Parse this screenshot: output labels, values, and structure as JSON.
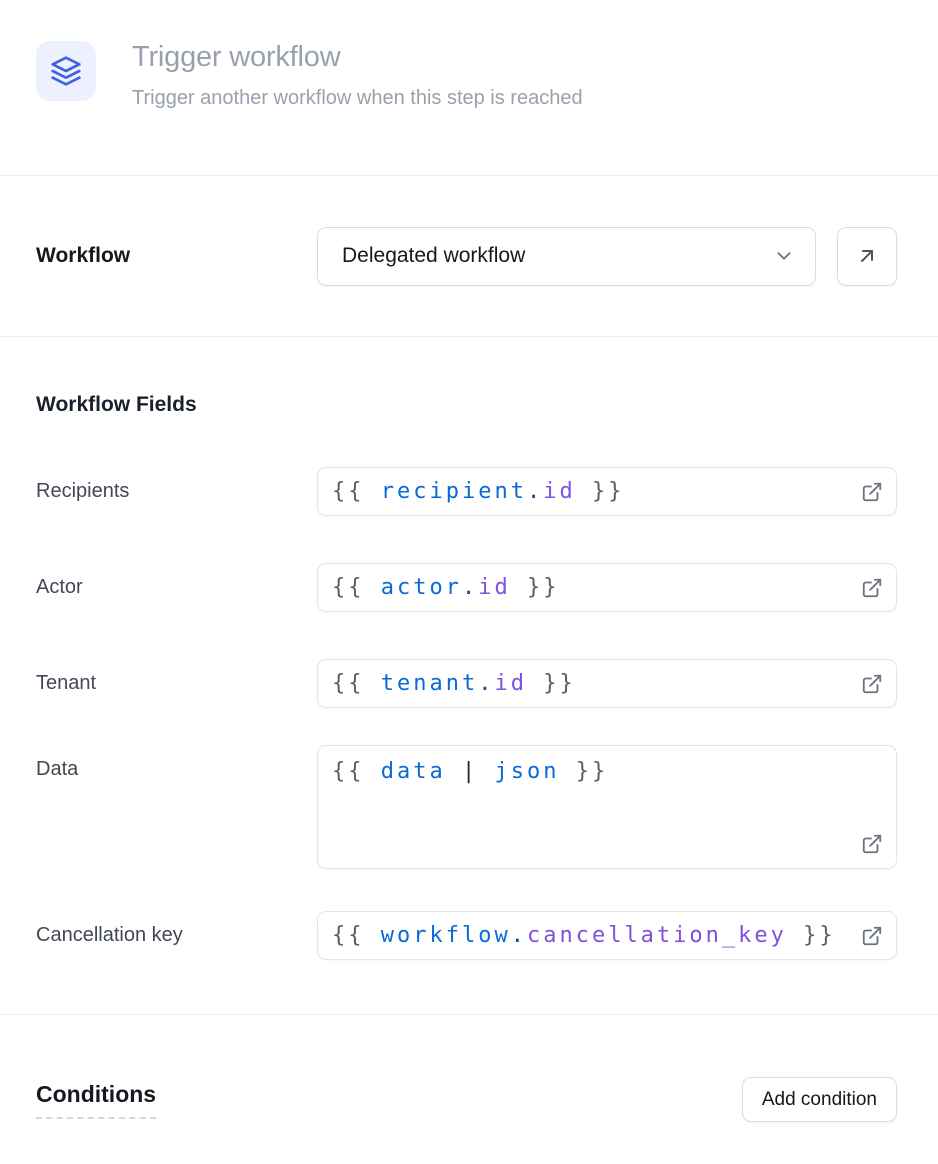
{
  "header": {
    "title": "Trigger workflow",
    "subtitle": "Trigger another workflow when this step is reached"
  },
  "workflow_selector": {
    "label": "Workflow",
    "selected_value": "Delegated workflow"
  },
  "workflow_fields": {
    "heading": "Workflow Fields",
    "fields": [
      {
        "label": "Recipients",
        "value": "{{ recipient.id }}",
        "tokens": [
          {
            "text": "{{ ",
            "type": "brace"
          },
          {
            "text": "recipient",
            "type": "var"
          },
          {
            "text": ".",
            "type": "dot"
          },
          {
            "text": "id",
            "type": "prop"
          },
          {
            "text": " }}",
            "type": "brace"
          }
        ]
      },
      {
        "label": "Actor",
        "value": "{{ actor.id }}",
        "tokens": [
          {
            "text": "{{ ",
            "type": "brace"
          },
          {
            "text": "actor",
            "type": "var"
          },
          {
            "text": ".",
            "type": "dot"
          },
          {
            "text": "id",
            "type": "prop"
          },
          {
            "text": " }}",
            "type": "brace"
          }
        ]
      },
      {
        "label": "Tenant",
        "value": "{{ tenant.id }}",
        "tokens": [
          {
            "text": "{{ ",
            "type": "brace"
          },
          {
            "text": "tenant",
            "type": "var"
          },
          {
            "text": ".",
            "type": "dot"
          },
          {
            "text": "id",
            "type": "prop"
          },
          {
            "text": " }}",
            "type": "brace"
          }
        ]
      },
      {
        "label": "Data",
        "value": "{{ data | json }}",
        "tokens": [
          {
            "text": "{{ ",
            "type": "brace"
          },
          {
            "text": "data",
            "type": "var"
          },
          {
            "text": " ",
            "type": "plain"
          },
          {
            "text": "|",
            "type": "pipe"
          },
          {
            "text": " ",
            "type": "plain"
          },
          {
            "text": "json",
            "type": "var"
          },
          {
            "text": " }}",
            "type": "brace"
          }
        ]
      },
      {
        "label": "Cancellation key",
        "value": "{{ workflow.cancellation_key }}",
        "tokens": [
          {
            "text": "{{ ",
            "type": "brace"
          },
          {
            "text": "workflow",
            "type": "var"
          },
          {
            "text": ".",
            "type": "dot"
          },
          {
            "text": "cancellation_key",
            "type": "prop"
          },
          {
            "text": " }}",
            "type": "brace"
          }
        ]
      }
    ]
  },
  "conditions": {
    "heading": "Conditions",
    "add_button_label": "Add condition"
  },
  "icons": {
    "header_icon": "layers-icon",
    "select_caret": "chevron-down-icon",
    "open_workflow_button_icon": "arrow-up-right-icon",
    "field_action_icon": "external-link-icon"
  },
  "colors": {
    "accent_blue": "#3E63DD",
    "icon_badge_bg": "#EDF1FE",
    "muted_text": "#9AA1AE",
    "dark_text": "#14181F",
    "divider": "#EBECEF",
    "code_brace": "#57606A",
    "code_variable": "#0969DA",
    "code_dot": "#0550AE",
    "code_property": "#8250DF",
    "code_pipe": "#24292F"
  }
}
